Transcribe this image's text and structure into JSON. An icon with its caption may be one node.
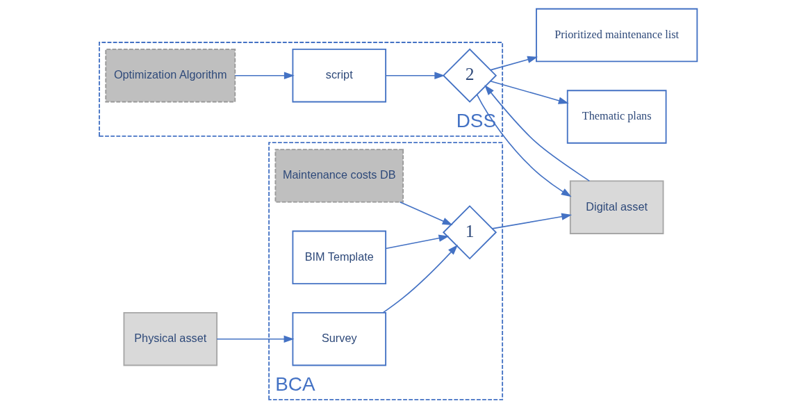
{
  "diagram": {
    "nodes": [
      {
        "text": [
          "BCA"
        ]
      },
      {
        "text": [
          "Maintenance costs DB"
        ],
        "in": 0
      },
      {
        "text": [
          "BIM Template"
        ],
        "in": 0
      },
      {
        "text": [
          "1"
        ],
        "in": 0
      },
      {
        "text": [
          "Survey"
        ],
        "in": 0
      },
      {
        "text": [
          "Digital asset"
        ]
      },
      {
        "text": [
          "Prioritized maintenance list"
        ]
      },
      {
        "text": [
          "Thematic plans"
        ]
      },
      {
        "text": [
          "DSS"
        ]
      },
      {
        "text": [
          "2"
        ],
        "in": 8
      },
      {
        "text": [
          "script"
        ],
        "in": 8
      },
      {
        "text": [
          "Optimization Algorithm"
        ],
        "in": 8
      },
      {
        "text": [
          "Physical asset"
        ]
      }
    ],
    "edges": [
      {
        "from": 1,
        "to": 3,
        "arrow": "to"
      },
      {
        "from": 2,
        "to": 3,
        "arrow": "to"
      },
      {
        "from": 4,
        "to": 3,
        "arrow": "to"
      },
      {
        "from": 3,
        "to": 5,
        "arrow": "to"
      },
      {
        "from": 5,
        "to": 9,
        "arrow": "to"
      },
      {
        "from": 10,
        "to": 9,
        "arrow": "to"
      },
      {
        "from": 11,
        "to": 10,
        "arrow": "to"
      },
      {
        "from": 9,
        "to": 5,
        "arrow": "to"
      },
      {
        "from": 9,
        "to": 6,
        "arrow": "to"
      },
      {
        "from": 9,
        "to": 7,
        "arrow": "to"
      },
      {
        "from": 12,
        "to": 4,
        "arrow": "to"
      }
    ]
  }
}
